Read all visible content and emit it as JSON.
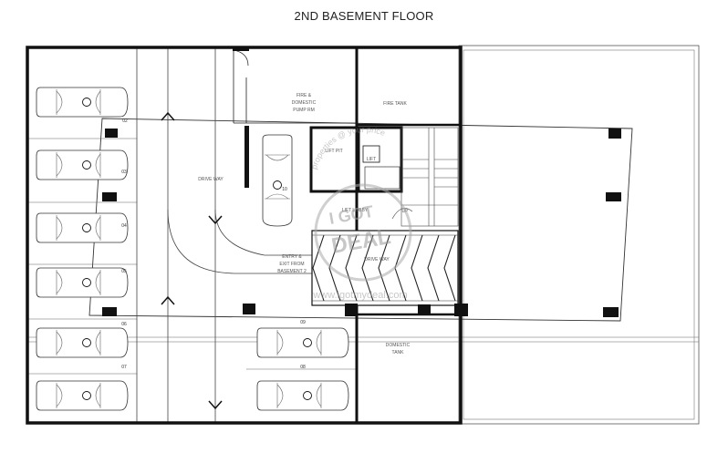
{
  "title": "2ND BASEMENT FLOOR",
  "rooms": {
    "fire_domestic_pump_rm": [
      "FIRE &",
      "DOMESTIC",
      "PUMP RM"
    ],
    "fire_tank": "FIRE TANK",
    "lift_pit": "LIFT PIT",
    "lift": "LIFT",
    "lift_lobby": "LIFT LOBBY",
    "up": "UP",
    "drive_way_left": "DRIVE WAY",
    "drive_way_ramp": "DRIVE WAY",
    "entry_exit": [
      "ENTRY &",
      "EXIT FROM",
      "BASEMENT 2"
    ],
    "domestic_tank": [
      "DOMESTIC",
      "TANK"
    ]
  },
  "parking_numbers": {
    "p02": "02",
    "p03": "03",
    "p04": "04",
    "p05": "05",
    "p06": "06",
    "p07": "07",
    "p08": "08",
    "p09": "09",
    "p10": "10"
  },
  "watermark": {
    "arc_text": "properties @ your price",
    "brand_line1": "I GOT",
    "brand_line2": "DEAL",
    "url": "www.igotmydeal.com"
  },
  "colors": {
    "wall": "#111111",
    "line": "#555555",
    "watermark": "#9a9a9a"
  }
}
